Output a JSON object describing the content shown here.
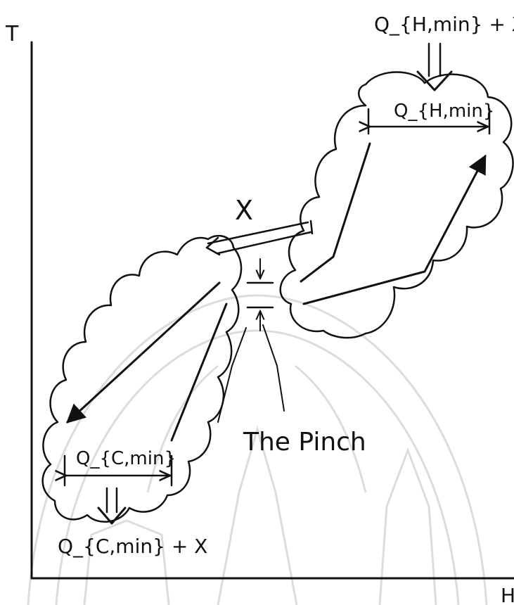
{
  "axes": {
    "y_label": "T",
    "x_label": "H"
  },
  "labels": {
    "hot_utility_input": "Q_{H,min} + X",
    "hot_utility_span": "Q_{H,min}",
    "cold_utility_span": "Q_{C,min}",
    "cold_utility_output": "Q_{C,min} + X",
    "cross_pinch_transfer": "X",
    "pinch": "The Pinch"
  },
  "colors": {
    "ink": "#111111",
    "watermark": "#d9d9d9",
    "background": "#ffffff"
  }
}
